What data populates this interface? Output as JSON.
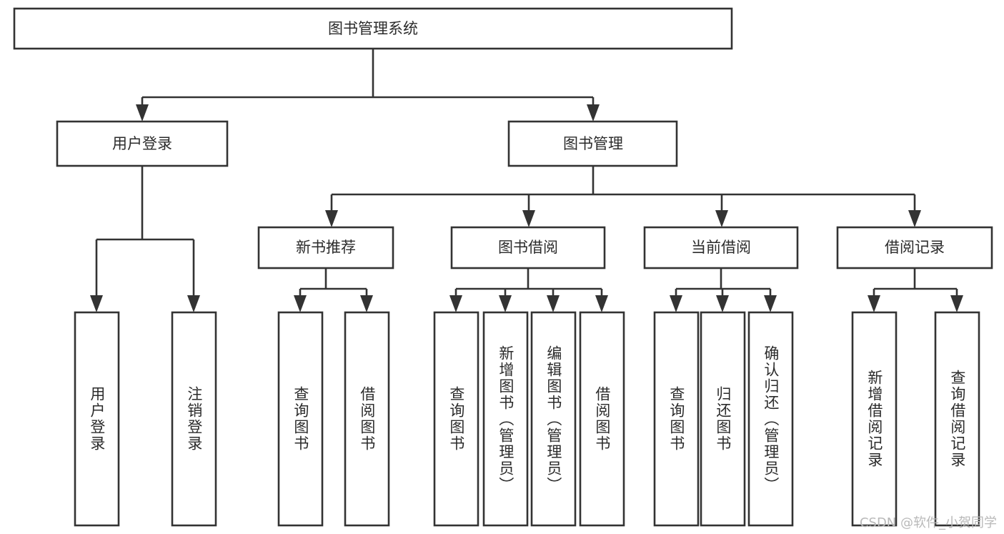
{
  "diagram": {
    "title": "图书管理系统",
    "type": "tree",
    "theme": {
      "background": "#ffffff",
      "box_stroke": "#333333",
      "box_fill": "#ffffff",
      "text_color": "#2b2b2b",
      "watermark_color": "#b9b9b9"
    },
    "root": {
      "label": "图书管理系统"
    },
    "level2": [
      {
        "label": "用户登录"
      },
      {
        "label": "图书管理"
      }
    ],
    "level3": [
      {
        "label": "新书推荐"
      },
      {
        "label": "图书借阅"
      },
      {
        "label": "当前借阅"
      },
      {
        "label": "借阅记录"
      }
    ],
    "leaves": {
      "user_login": [
        {
          "label": "用户登录"
        },
        {
          "label": "注销登录"
        }
      ],
      "new_book": [
        {
          "label": "查询图书"
        },
        {
          "label": "借阅图书"
        }
      ],
      "book_borrow": [
        {
          "label": "查询图书"
        },
        {
          "label": "新增图书（管理员）"
        },
        {
          "label": "编辑图书（管理员）"
        },
        {
          "label": "借阅图书"
        }
      ],
      "current_borrow": [
        {
          "label": "查询图书"
        },
        {
          "label": "归还图书"
        },
        {
          "label": "确认归还（管理员）"
        }
      ],
      "borrow_record": [
        {
          "label": "新增借阅记录"
        },
        {
          "label": "查询借阅记录"
        }
      ]
    },
    "watermark": "CSDN @软件_小贺同学"
  }
}
